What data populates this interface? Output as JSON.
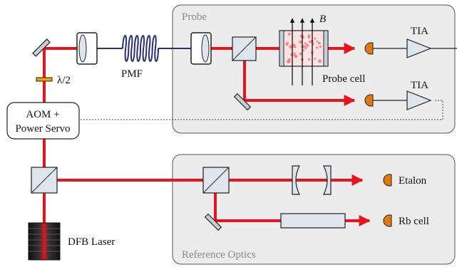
{
  "labels": {
    "probe": "Probe",
    "reference_optics": "Reference Optics",
    "pmf": "PMF",
    "half_wave": "λ/2",
    "aom_line1": "AOM +",
    "aom_line2": "Power Servo",
    "dfb_laser": "DFB Laser",
    "tia_top": "TIA",
    "tia_bottom": "TIA",
    "probe_cell": "Probe cell",
    "field_b": "B",
    "etalon": "Etalon",
    "rb_cell": "Rb cell"
  },
  "colors": {
    "beam": "#e8141b",
    "panel_fill": "#ececec",
    "panel_stroke": "#555555",
    "fiber": "#2b2f78",
    "optic_fill": "#dfe5ec",
    "detector": "#e07a10",
    "atoms": "#f08a8a"
  }
}
